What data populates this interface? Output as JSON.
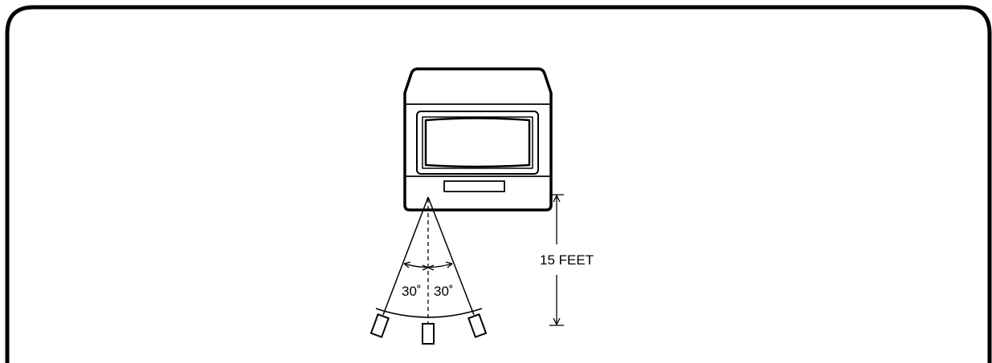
{
  "distance_label": "15 FEET",
  "angle_left_label": "30˚",
  "angle_right_label": "30˚",
  "icons": {
    "television": "tv-icon",
    "remote_left": "remote-control-icon",
    "remote_center": "remote-control-icon",
    "remote_right": "remote-control-icon"
  },
  "colors": {
    "stroke": "#000000",
    "background": "#ffffff"
  }
}
